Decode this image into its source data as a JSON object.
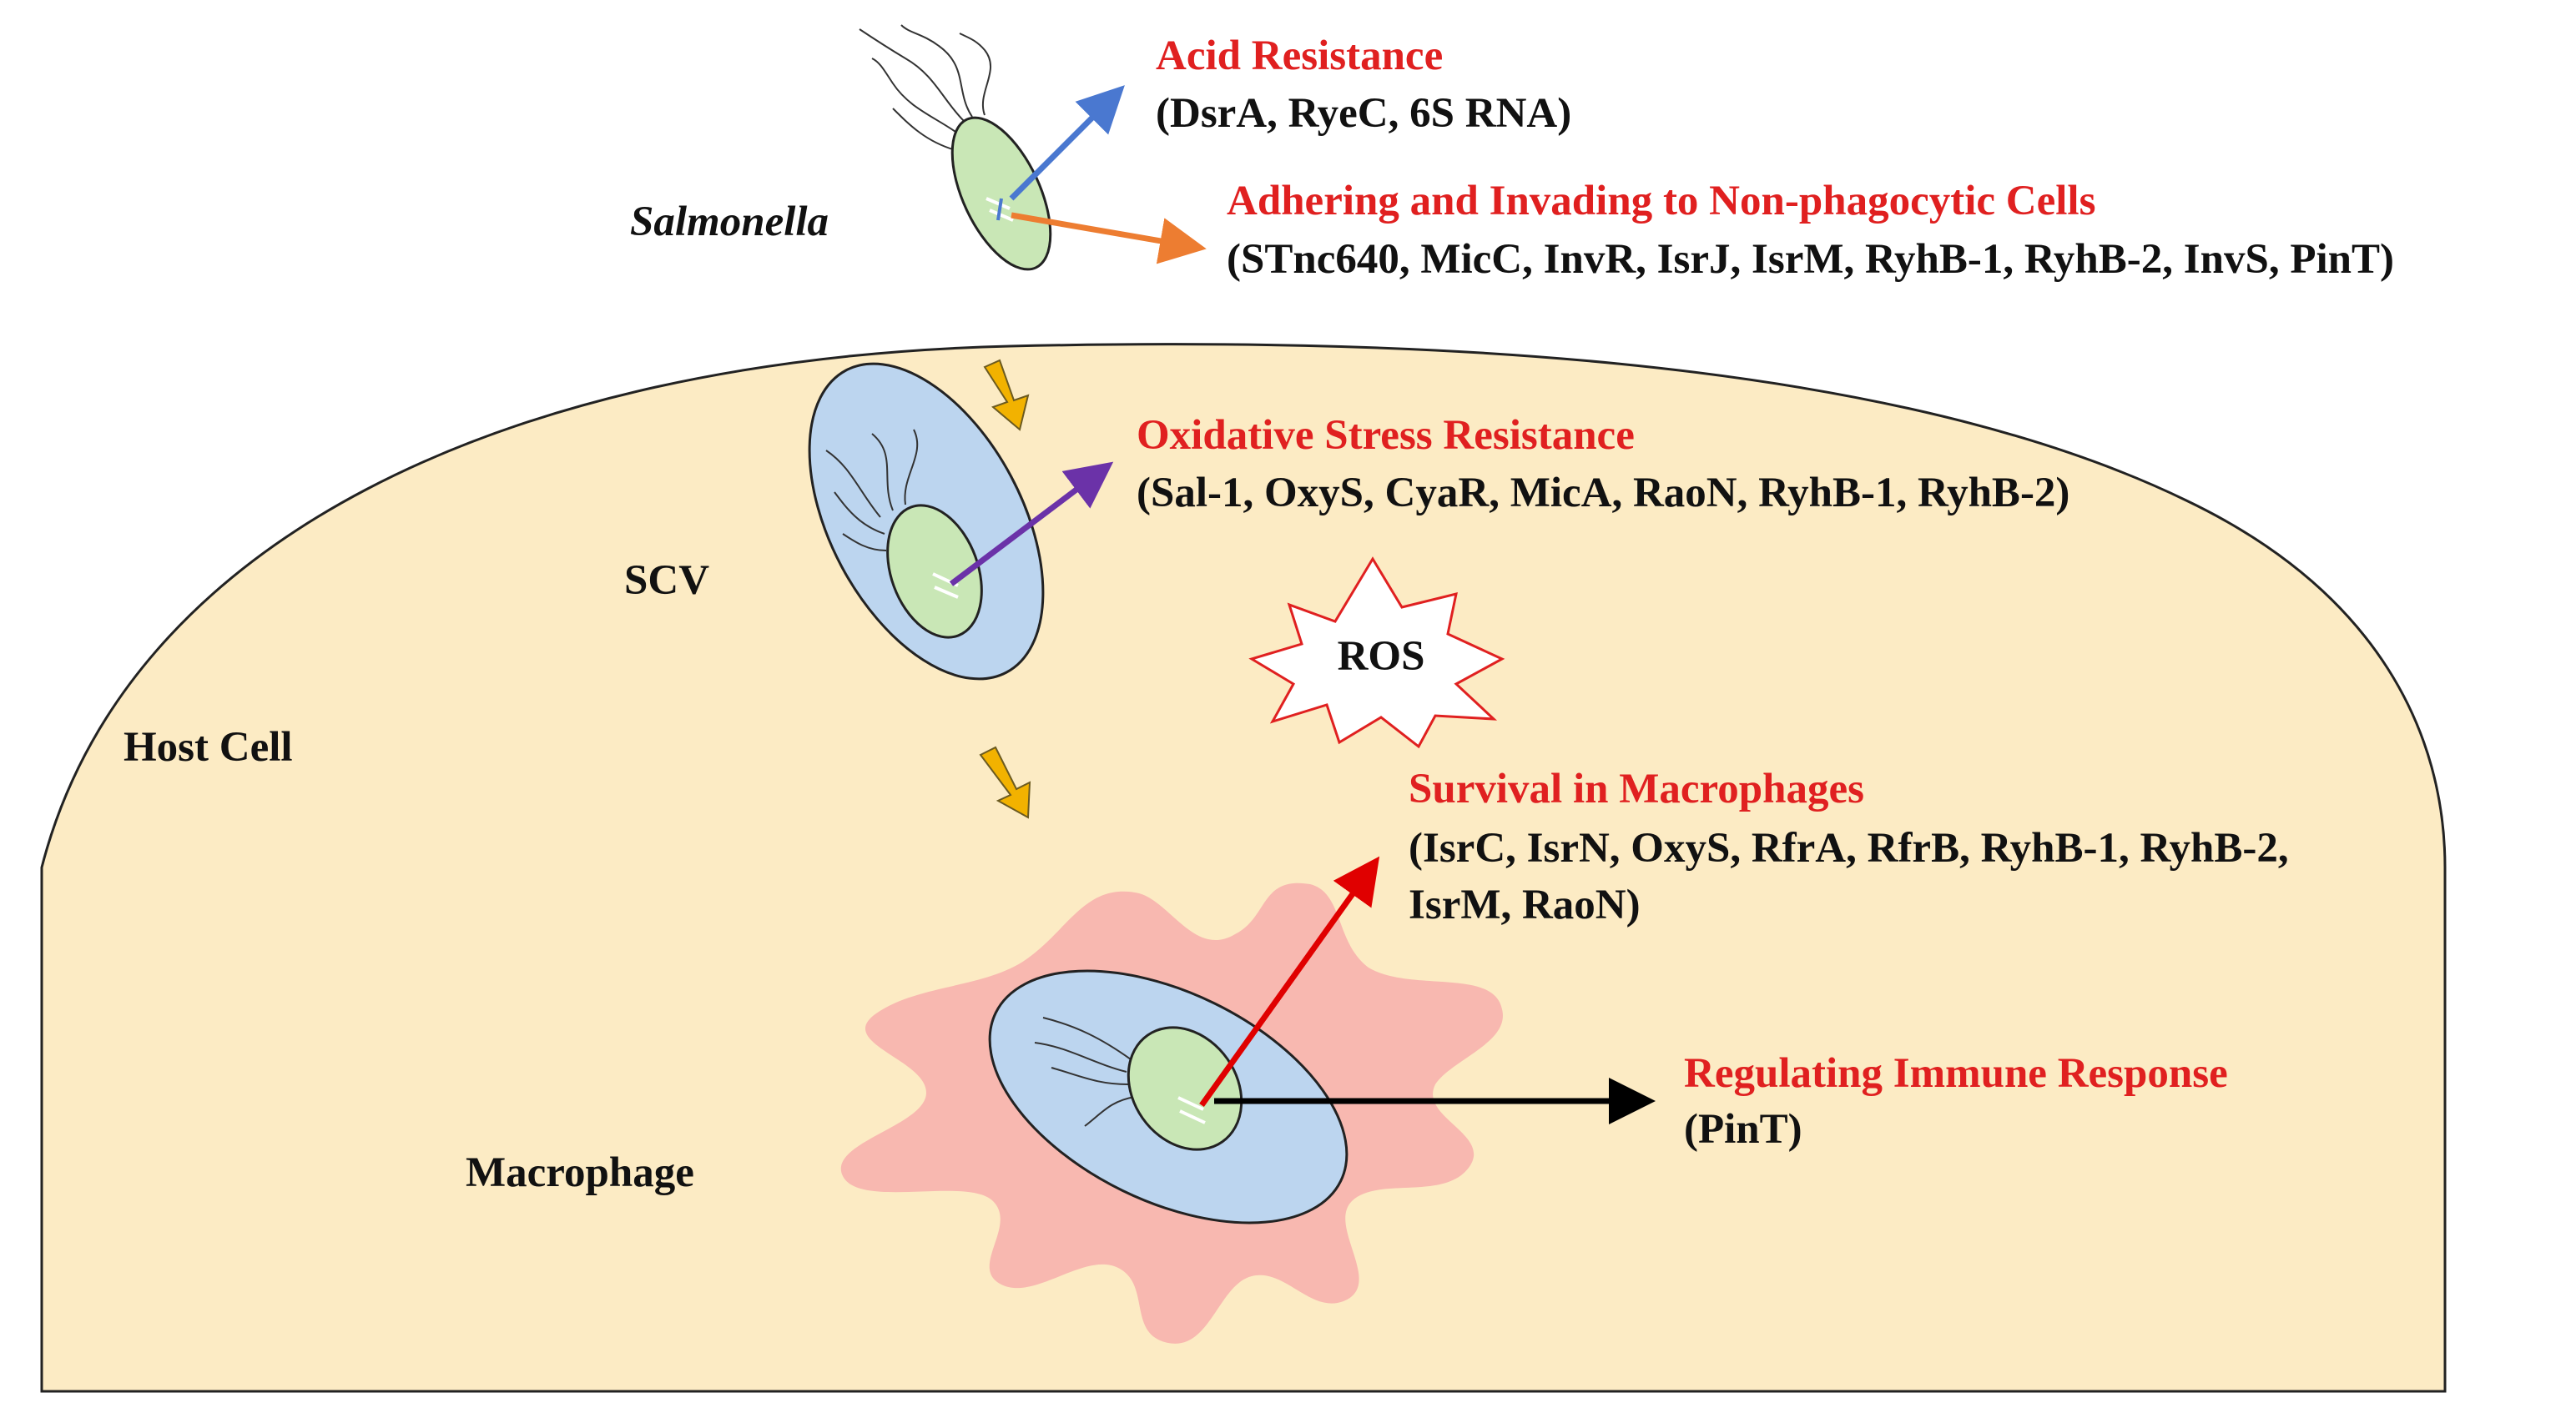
{
  "colors": {
    "host_cell_fill": "#fcebc4",
    "macrophage_fill": "#f8b8b0",
    "vacuole_fill": "#bcd5ef",
    "bacterium_fill": "#c9e7b6",
    "title_red": "#e02020",
    "arrow_blue": "#4a78d0",
    "arrow_orange": "#ed7d31",
    "arrow_purple": "#6b32a8",
    "arrow_red": "#e00000",
    "arrow_black": "#000000",
    "transition_arrow": "#f2b200"
  },
  "labels": {
    "salmonella": "Salmonella",
    "scv": "SCV",
    "host_cell": "Host Cell",
    "macrophage": "Macrophage",
    "ros": "ROS"
  },
  "functions": {
    "acid": {
      "title": "Acid Resistance",
      "rnas": "(DsrA, RyeC, 6S RNA)"
    },
    "adhering": {
      "title": "Adhering and Invading to Non-phagocytic Cells",
      "rnas": "(STnc640, MicC, InvR, IsrJ, IsrM, RyhB-1, RyhB-2, InvS, PinT)"
    },
    "oxidative": {
      "title": "Oxidative Stress Resistance",
      "rnas": "(Sal-1, OxyS, CyaR, MicA, RaoN, RyhB-1, RyhB-2)"
    },
    "survival": {
      "title": "Survival in Macrophages",
      "rnas_line1": "(IsrC, IsrN, OxyS, RfrA, RfrB,  RyhB-1, RyhB-2,",
      "rnas_line2": "IsrM, RaoN)"
    },
    "immune": {
      "title": "Regulating Immune Response",
      "rnas": "(PinT)"
    }
  }
}
